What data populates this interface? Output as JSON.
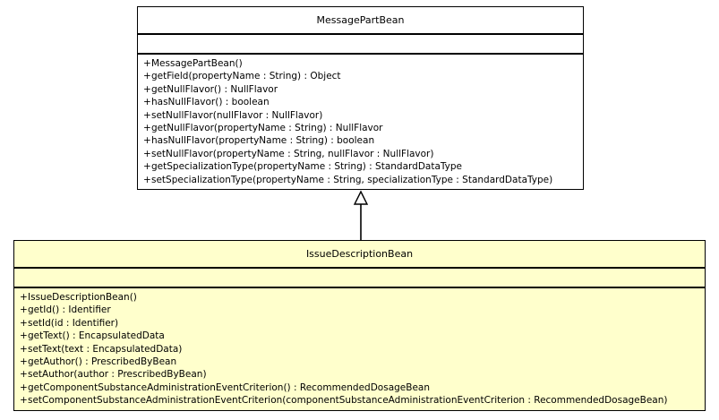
{
  "diagram": {
    "type": "uml-class-diagram",
    "background_color": "#ffffff",
    "line_color": "#000000",
    "relationship": {
      "kind": "generalization",
      "label": "",
      "from": "IssueDescriptionBean",
      "to": "MessagePartBean",
      "arrow": "hollow-triangle"
    }
  },
  "classes": [
    {
      "id": "messagepartbean",
      "name": "MessagePartBean",
      "fill": "#ffffff",
      "attributes": [],
      "operations": [
        {
          "visibility": "+",
          "text": "MessagePartBean()"
        },
        {
          "visibility": "+",
          "text": "getField(propertyName : String) : Object"
        },
        {
          "visibility": "+",
          "text": "getNullFlavor() : NullFlavor"
        },
        {
          "visibility": "+",
          "text": "hasNullFlavor() : boolean"
        },
        {
          "visibility": "+",
          "text": "setNullFlavor(nullFlavor : NullFlavor)"
        },
        {
          "visibility": "+",
          "text": "getNullFlavor(propertyName : String) : NullFlavor"
        },
        {
          "visibility": "+",
          "text": "hasNullFlavor(propertyName : String) : boolean"
        },
        {
          "visibility": "+",
          "text": "setNullFlavor(propertyName : String, nullFlavor : NullFlavor)"
        },
        {
          "visibility": "+",
          "text": "getSpecializationType(propertyName : String) : StandardDataType"
        },
        {
          "visibility": "+",
          "text": "setSpecializationType(propertyName : String, specializationType : StandardDataType)"
        }
      ]
    },
    {
      "id": "issuedescriptionbean",
      "name": "IssueDescriptionBean",
      "fill": "#ffffcc",
      "attributes": [],
      "operations": [
        {
          "visibility": "+",
          "text": "IssueDescriptionBean()"
        },
        {
          "visibility": "+",
          "text": "getId() : Identifier"
        },
        {
          "visibility": "+",
          "text": "setId(id : Identifier)"
        },
        {
          "visibility": "+",
          "text": "getText() : EncapsulatedData"
        },
        {
          "visibility": "+",
          "text": "setText(text : EncapsulatedData)"
        },
        {
          "visibility": "+",
          "text": "getAuthor() : PrescribedByBean"
        },
        {
          "visibility": "+",
          "text": "setAuthor(author : PrescribedByBean)"
        },
        {
          "visibility": "+",
          "text": "getComponentSubstanceAdministrationEventCriterion() : RecommendedDosageBean"
        },
        {
          "visibility": "+",
          "text": "setComponentSubstanceAdministrationEventCriterion(componentSubstanceAdministrationEventCriterion : RecommendedDosageBean)"
        }
      ]
    }
  ]
}
